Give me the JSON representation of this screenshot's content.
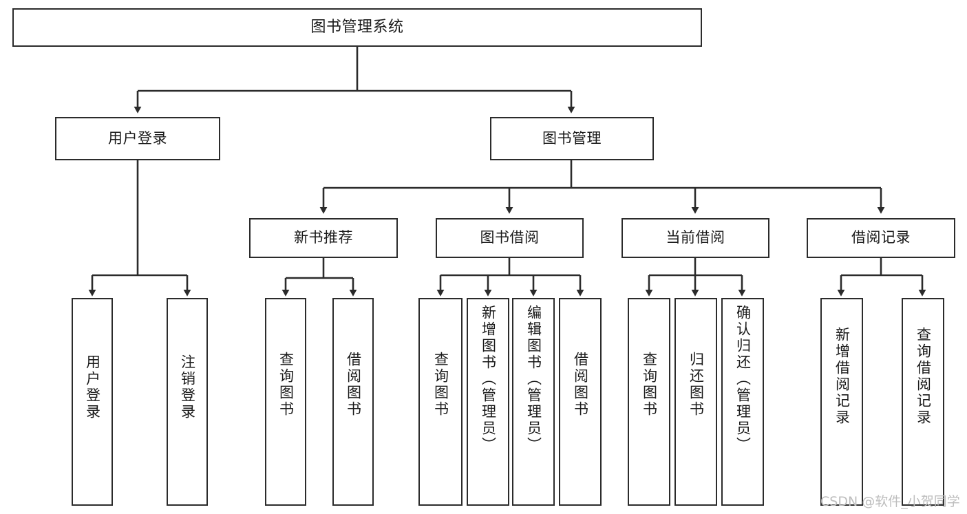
{
  "diagram": {
    "title": "图书管理系统",
    "type": "tree-hierarchy-chart",
    "orientation": "top-down",
    "colors": {
      "box_border": "#2b2b2b",
      "box_fill": "#ffffff",
      "edge": "#2b2b2b",
      "text": "#1a1a1a",
      "watermark": "#bdbdbd",
      "background": "#ffffff"
    }
  },
  "nodes": {
    "root": {
      "label": "图书管理系统"
    },
    "level2": [
      {
        "label": "用户登录"
      },
      {
        "label": "图书管理"
      }
    ],
    "level3": [
      {
        "label": "新书推荐"
      },
      {
        "label": "图书借阅"
      },
      {
        "label": "当前借阅"
      },
      {
        "label": "借阅记录"
      }
    ],
    "leaves": {
      "user_login": [
        {
          "label": "用户登录"
        },
        {
          "label": "注销登录"
        }
      ],
      "new_book_recommend": [
        {
          "label": "查询图书"
        },
        {
          "label": "借阅图书"
        }
      ],
      "book_borrow": [
        {
          "label": "查询图书"
        },
        {
          "label": "新增图书（管理员）"
        },
        {
          "label": "编辑图书（管理员）"
        },
        {
          "label": "借阅图书"
        }
      ],
      "current_borrow": [
        {
          "label": "查询图书"
        },
        {
          "label": "归还图书"
        },
        {
          "label": "确认归还（管理员）"
        }
      ],
      "borrow_record": [
        {
          "label": "新增借阅记录"
        },
        {
          "label": "查询借阅记录"
        }
      ]
    }
  },
  "watermark": {
    "text": "CSDN @软件_小贺同学"
  }
}
